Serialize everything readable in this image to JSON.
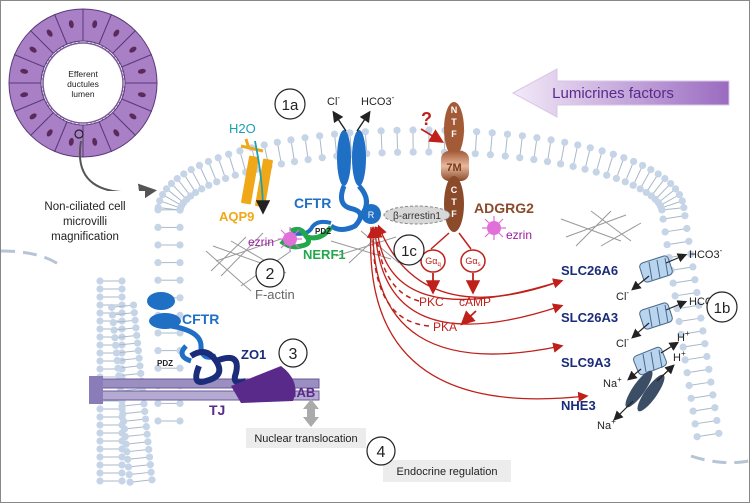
{
  "labels": {
    "lumen": "Efferent ductules lumen",
    "lumicrines": "Lumicrines factors",
    "magnify_line1": "Non-ciliated cell",
    "magnify_line2": "microvilli",
    "magnify_line3": "magnification",
    "h2o": "H2O",
    "aqp9": "AQP9",
    "cftr_top": "CFTR",
    "cftr_r": "R",
    "pdz_top": "PDZ",
    "nerf1": "NERF1",
    "ezrin_left": "ezrin",
    "ezrin_right": "ezrin",
    "factin": "F-actin",
    "cl_top": "Cl",
    "cl_minus": "-",
    "hco3_top": "HCO3",
    "hco3_minus": "-",
    "question": "?",
    "ntf": [
      "N",
      "T",
      "F"
    ],
    "seven_m": "7M",
    "ctf": [
      "C",
      "T",
      "F"
    ],
    "adgrg2": "ADGRG2",
    "beta_arrestin": "β-arrestin1",
    "gaq_main": "Gα",
    "gaq_sub": "q",
    "gas_main": "Gα",
    "gas_sub": "s",
    "pkc": "PKC",
    "camp": "cAMP",
    "pka": "PKA",
    "slc26a6": "SLC26A6",
    "slc26a3": "SLC26A3",
    "slc9a3": "SLC9A3",
    "nhe3": "NHE3",
    "hco3_a": "HCO3",
    "hco3_b": "HCO3",
    "cl_a": "Cl",
    "cl_b": "Cl",
    "h_a": "H",
    "h_b": "H",
    "na_a": "Na",
    "na_b": "Na",
    "minus": "-",
    "plus": "+",
    "cftr_bottom": "CFTR",
    "pdz_bottom": "PDZ",
    "zo1": "ZO1",
    "zonab": "ZONAB",
    "tj": "TJ",
    "nuclear": "Nuclear translocation",
    "endocrine": "Endocrine regulation",
    "n_1a": "1a",
    "n_1b": "1b",
    "n_1c": "1c",
    "n_2": "2",
    "n_3": "3",
    "n_4": "4"
  },
  "colors": {
    "membrane_head": "#c5d4e6",
    "membrane_tail": "#aab8c8",
    "cftr_blue": "#1f6fc4",
    "aqp9_orange": "#f0a818",
    "nerf1_green": "#22a84a",
    "adgrg2_brown": "#8b4a2a",
    "g_red": "#c0201a",
    "zo1_navy": "#1a2c7a",
    "zonab_purple": "#5a2a8a",
    "slc_fill": "#b8d4ee",
    "nhe3_fill": "#3c4e66",
    "lumen_purple": "#a97fc6",
    "ezrin_pink": "#e070d8"
  }
}
